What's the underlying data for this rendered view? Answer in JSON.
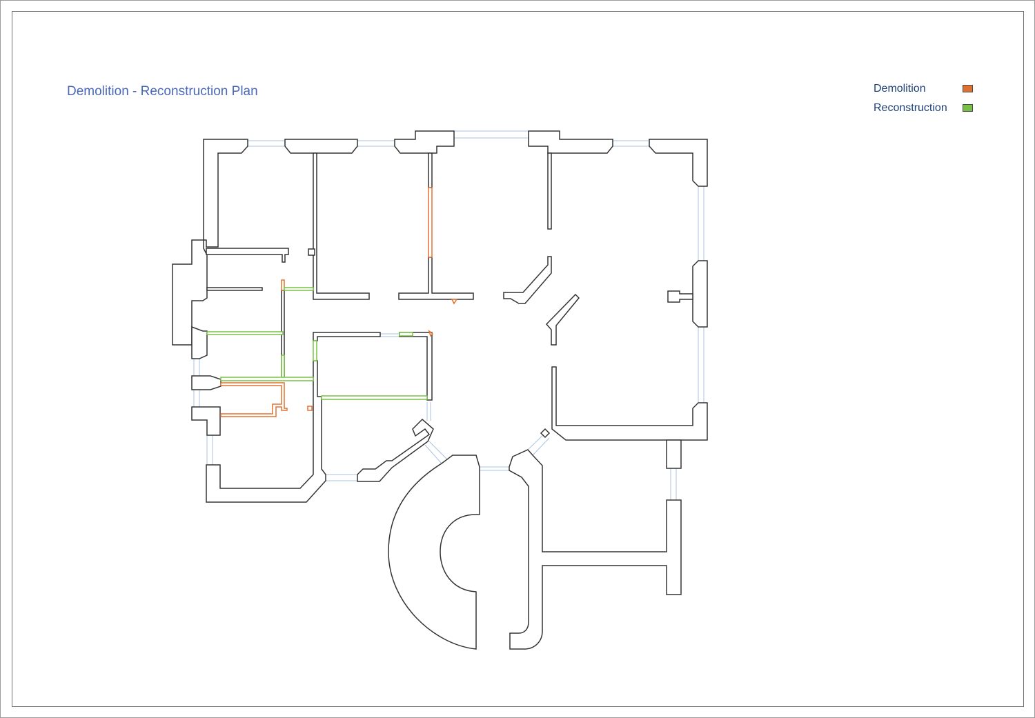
{
  "title": "Demolition - Reconstruction Plan",
  "legend": [
    {
      "label": "Demolition",
      "color": "#e07030"
    },
    {
      "label": "Reconstruction",
      "color": "#77c043"
    }
  ],
  "colors": {
    "wall_stroke": "#333333",
    "window": "#a9c3e3",
    "title": "#4a67b8",
    "legend_text": "#1c3f78"
  }
}
